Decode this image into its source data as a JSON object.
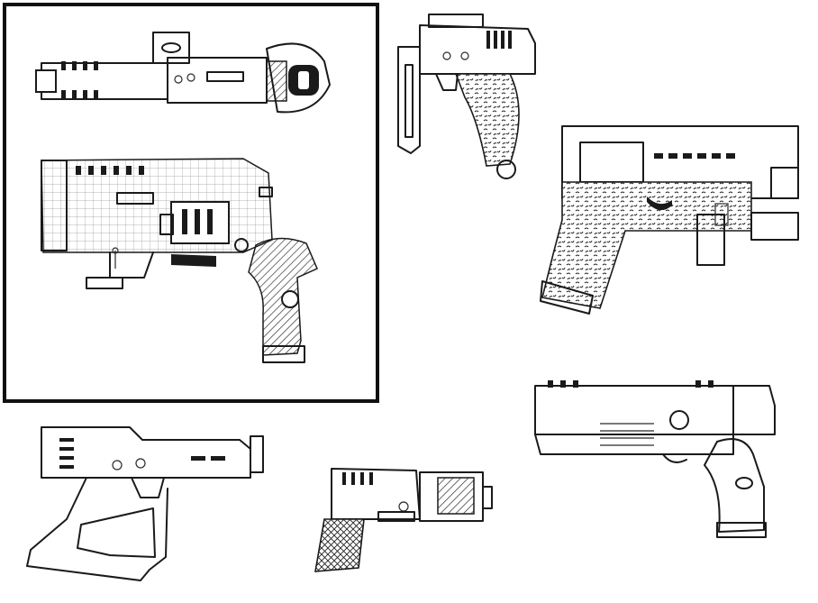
{
  "sheet": {
    "background": "#ffffff",
    "ink_color": "#1a1a1a",
    "frame_color": "#111111"
  },
  "sketches": [
    {
      "id": "framed-top-view",
      "icon": "pistol-top-view-icon"
    },
    {
      "id": "framed-revolver-side",
      "icon": "revolver-pistol-icon"
    },
    {
      "id": "folding-stock-pistol",
      "icon": "folding-stock-pistol-icon"
    },
    {
      "id": "textured-grip-pistol",
      "icon": "compact-pistol-icon"
    },
    {
      "id": "skeleton-grip-pistol",
      "icon": "skeleton-grip-pistol-icon"
    },
    {
      "id": "small-box-barrel-pistol",
      "icon": "box-barrel-pistol-icon"
    },
    {
      "id": "slotted-slide-pistol",
      "icon": "slotted-slide-pistol-icon"
    }
  ]
}
